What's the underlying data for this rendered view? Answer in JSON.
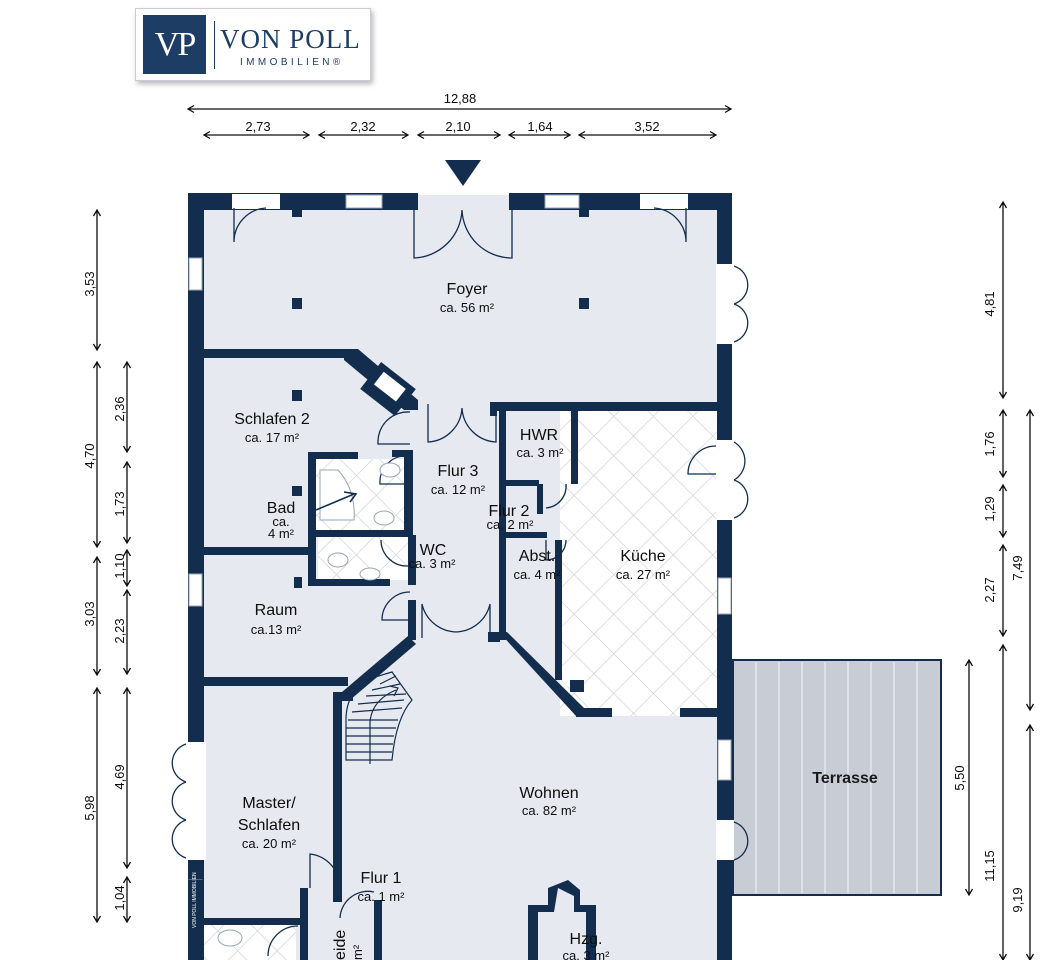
{
  "logo": {
    "mark": "VP",
    "name": "VON POLL",
    "sub": "IMMOBILIEN®",
    "watermark": "VON POLL IMMOBILIEN"
  },
  "dimensions": {
    "top": {
      "total": "12,88",
      "segments": [
        "2,73",
        "2,32",
        "2,10",
        "1,64",
        "3,52"
      ]
    },
    "left_outer": [
      "3,53",
      "4,70",
      "3,03",
      "5,98"
    ],
    "left_inner": [
      "2,36",
      "1,73",
      "1,10",
      "2,23",
      "4,69",
      "1,04"
    ],
    "right_inner": [
      "4,81",
      "1,76",
      "1,29",
      "2,27",
      "11,15"
    ],
    "right_outer": [
      "7,49",
      "9,19"
    ],
    "terrace": "5,50"
  },
  "rooms": {
    "foyer": {
      "name": "Foyer",
      "area": "ca. 56 m²"
    },
    "schlafen2": {
      "name": "Schlafen 2",
      "area": "ca. 17 m²"
    },
    "bad": {
      "name": "Bad",
      "area_line1": "ca.",
      "area_line2": "4 m²"
    },
    "flur3": {
      "name": "Flur 3",
      "area": "ca. 12 m²"
    },
    "hwr": {
      "name": "HWR",
      "area": "ca. 3 m²"
    },
    "flur2": {
      "name": "Flur 2",
      "area": "ca. 2 m²"
    },
    "wc": {
      "name": "WC",
      "area": "ca. 3 m²"
    },
    "abst": {
      "name": "Abst.",
      "area": "ca. 4 m²"
    },
    "kueche": {
      "name": "Küche",
      "area": "ca. 27 m²"
    },
    "raum": {
      "name": "Raum",
      "area": "ca.13 m²"
    },
    "wohnen": {
      "name": "Wohnen",
      "area": "ca. 82 m²"
    },
    "terrasse": {
      "name": "Terrasse"
    },
    "master": {
      "name_line1": "Master/",
      "name_line2": "Schlafen",
      "area": "ca. 20 m²"
    },
    "flur1": {
      "name": "Flur 1",
      "area": "ca. 1 m²"
    },
    "hzg": {
      "name": "Hzg.",
      "area": "ca. 3 m²"
    },
    "ankleide": {
      "name": "eide",
      "area": "m²"
    }
  },
  "colors": {
    "wall": "#132d4e",
    "floor": "#e6e9ef",
    "tile": "#c9ccd2",
    "terrace_wood": "#c8ccd4",
    "text": "#0d0d0d",
    "logo_blue": "#1d3d64"
  }
}
